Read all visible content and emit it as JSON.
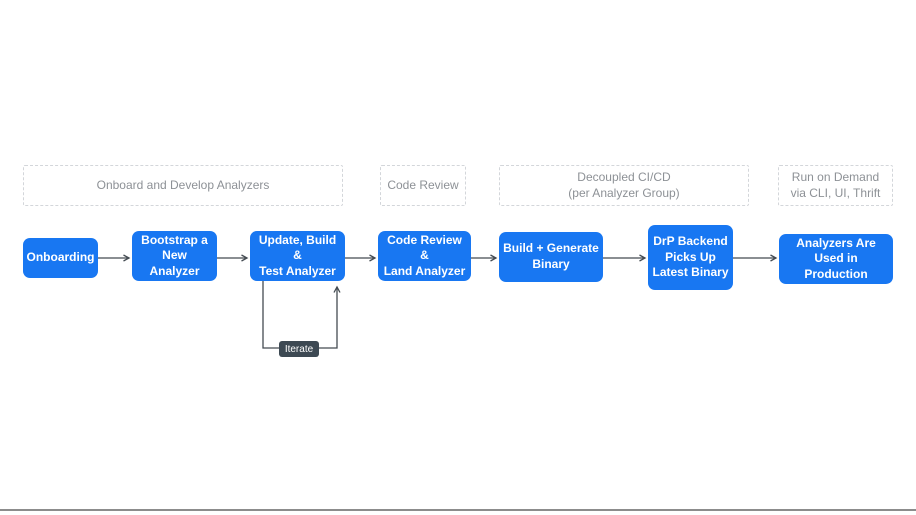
{
  "diagram": {
    "title": "Analyzer development and deployment pipeline flowchart",
    "colors": {
      "node_fill": "#1877F2",
      "node_text": "#ffffff",
      "group_border": "#d3d6da",
      "group_text": "#8d9196",
      "connector": "#444b52",
      "iterate_badge_fill": "#3d4953",
      "bottom_divider": "#8c8c8c",
      "background": "#ffffff"
    },
    "groups": [
      {
        "label": "Onboard and Develop Analyzers"
      },
      {
        "label": "Code Review"
      },
      {
        "label": "Decoupled CI/CD\n(per Analyzer Group)"
      },
      {
        "label": "Run on Demand\nvia CLI, UI, Thrift"
      }
    ],
    "nodes": [
      {
        "label": "Onboarding"
      },
      {
        "label": "Bootstrap a\nNew Analyzer"
      },
      {
        "label": "Update, Build &\nTest Analyzer"
      },
      {
        "label": "Code Review &\nLand Analyzer"
      },
      {
        "label": "Build + Generate\nBinary"
      },
      {
        "label": "DrP Backend\nPicks Up\nLatest Binary"
      },
      {
        "label": "Analyzers Are\nUsed in Production"
      }
    ],
    "iterate": {
      "label": "Iterate"
    }
  }
}
